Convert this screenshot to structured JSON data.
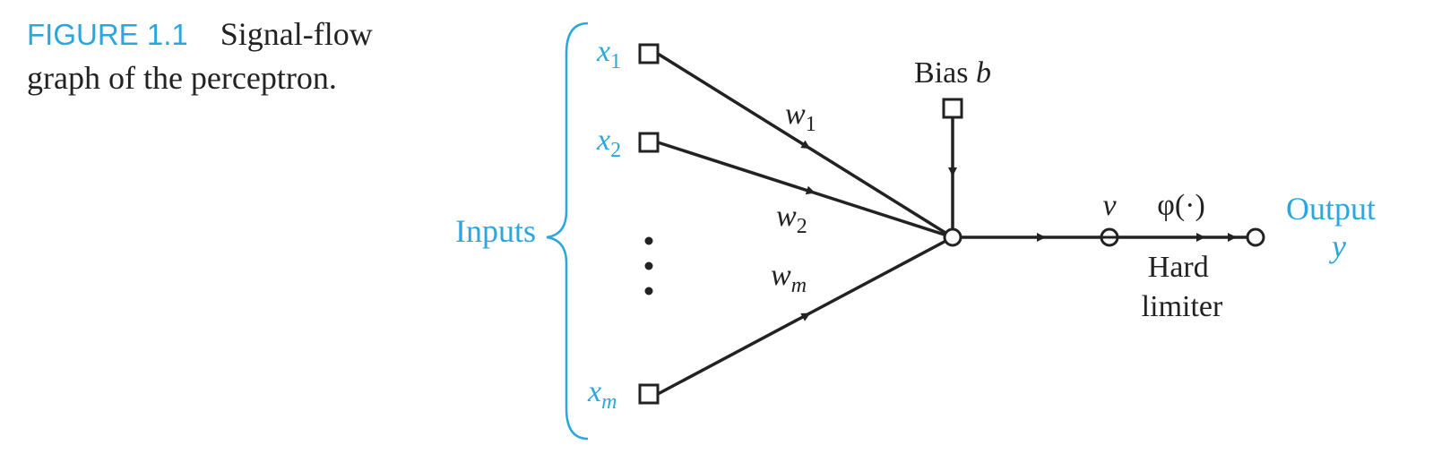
{
  "caption": {
    "label": "FIGURE 1.1",
    "text": "Signal-flow graph of the perceptron."
  },
  "diagram": {
    "inputs_label": "Inputs",
    "inputs": [
      {
        "var": "x",
        "sub": "1"
      },
      {
        "var": "x",
        "sub": "2"
      },
      {
        "var": "x",
        "sub": "m"
      }
    ],
    "weights": [
      {
        "var": "w",
        "sub": "1"
      },
      {
        "var": "w",
        "sub": "2"
      },
      {
        "var": "w",
        "sub": "m"
      }
    ],
    "bias": {
      "label": "Bias",
      "var": "b"
    },
    "induced_field": "v",
    "activation": "φ(·)",
    "limiter": [
      "Hard",
      "limiter"
    ],
    "output": {
      "label": "Output",
      "var": "y"
    },
    "colors": {
      "accent": "#2aa7df",
      "ink": "#222222"
    }
  }
}
